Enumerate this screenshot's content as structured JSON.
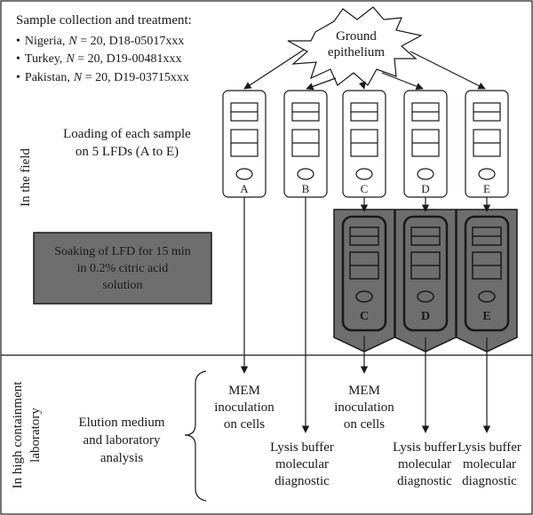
{
  "sample_info": {
    "heading": "Sample collection and treatment:",
    "items": [
      {
        "bullet": "•",
        "country": "Nigeria,",
        "n_label": "N",
        "n_value": " = 20, D18-05017xxx"
      },
      {
        "bullet": "•",
        "country": "Turkey,",
        "n_label": "N",
        "n_value": " = 20, D19-00481xxx"
      },
      {
        "bullet": "•",
        "country": "Pakistan,",
        "n_label": "N",
        "n_value": " = 20, D19-03715xxx"
      }
    ]
  },
  "ground_epithelium": {
    "line1": "Ground",
    "line2": "epithelium"
  },
  "loading": {
    "line1": "Loading of each sample",
    "line2": "on 5 LFDs (A to E)"
  },
  "sections": {
    "field": "In the field",
    "lab_line1": "In high containment",
    "lab_line2": "laboratory"
  },
  "soaking": {
    "line1": "Soaking of LFD for 15 min",
    "line2": "in 0.2% citric acid",
    "line3": "solution"
  },
  "devices": [
    "A",
    "B",
    "C",
    "D",
    "E"
  ],
  "soaked_devices": [
    "C",
    "D",
    "E"
  ],
  "elution": {
    "line1": "Elution medium",
    "line2": "and laboratory",
    "line3": "analysis"
  },
  "outcomes": {
    "mem": {
      "line1": "MEM",
      "line2": "inoculation",
      "line3": "on cells"
    },
    "lysis": {
      "line1": "Lysis buffer",
      "line2": "molecular",
      "line3": "diagnostic"
    }
  },
  "colors": {
    "soak_box": "#6e6e6e",
    "soaked_device": "#6e6e6e",
    "line": "#1a1a1a"
  }
}
